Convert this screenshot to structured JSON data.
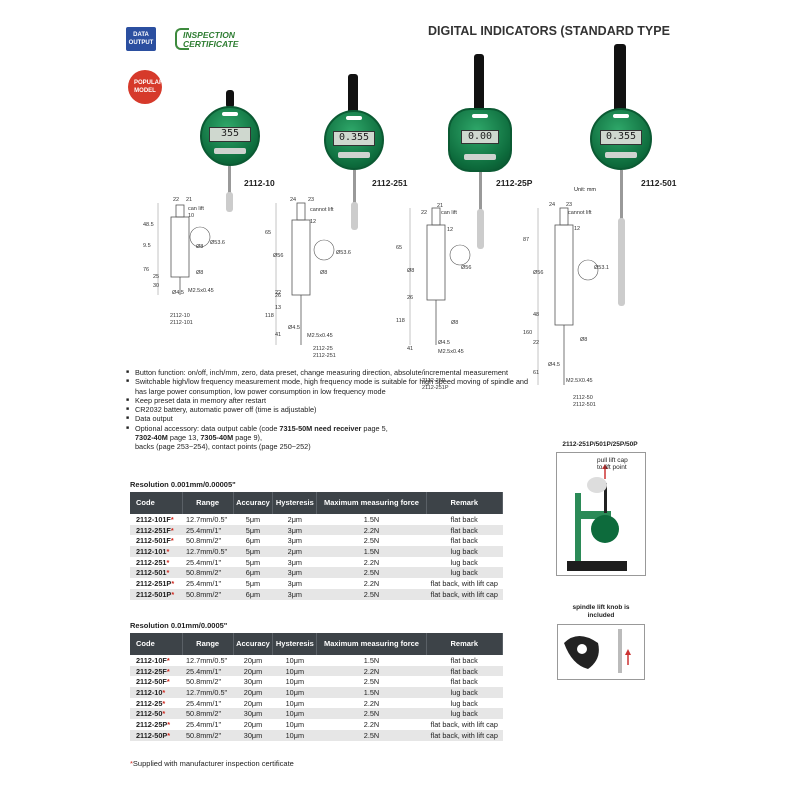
{
  "header": {
    "data_output_badge": "DATA OUTPUT",
    "inspection_badge_line1": "INSPECTION",
    "inspection_badge_line2": "CERTIFICATE",
    "title": "DIGITAL INDICATORS (STANDARD TYPE",
    "popular_badge": "POPULAR MODEL"
  },
  "indicators": [
    {
      "model": "2112-10",
      "display": "355"
    },
    {
      "model": "2112-251",
      "display": "0.355"
    },
    {
      "model": "2112-25P",
      "display": "0.00"
    },
    {
      "model": "2112-501",
      "display": "0.355"
    }
  ],
  "unit_label": "Unit: mm",
  "drawings": {
    "d1": {
      "labels": [
        "22",
        "21",
        "can lift",
        "10",
        "48.5",
        "9.5",
        "76",
        "25",
        "Ø8",
        "Ø8",
        "Ø4.5",
        "M2.5x0.45",
        "2112-10",
        "2112-101",
        "Ø53.6",
        "30"
      ]
    },
    "d2": {
      "labels": [
        "24",
        "23",
        "cannot lift",
        "12",
        "65",
        "Ø56",
        "22",
        "13",
        "118",
        "41",
        "Ø4.5",
        "M2.5x0.45",
        "2112-25",
        "2112-251",
        "Ø8",
        "Ø53.6",
        "26"
      ]
    },
    "d3": {
      "labels": [
        "22",
        "21",
        "can lift",
        "12",
        "65",
        "Ø8",
        "118",
        "41",
        "Ø4.5",
        "M2.5x0.45",
        "2112-25P",
        "2112-251P",
        "Ø8",
        "Ø56",
        "26"
      ]
    },
    "d4": {
      "labels": [
        "24",
        "23",
        "cannot lift",
        "12",
        "87",
        "Ø56",
        "160",
        "61",
        "Ø4.5",
        "M2.5X0.45",
        "2112-50",
        "2112-501",
        "Ø8",
        "Ø53.1",
        "22",
        "48"
      ]
    }
  },
  "features": [
    "Button function: on/off, inch/mm, zero, data preset, change measuring direction, absolute/incremental measurement",
    "Switchable high/low frequency measurement mode, high frequency mode is suitable for high speed moving of spindle and has large power consumption, low power consumption in low frequency mode",
    "Keep preset data in memory after restart",
    "CR2032 battery, automatic power off (time is adjustable)",
    "Data output"
  ],
  "feature_accessory": {
    "t1": "Optional accessory: data output cable (code ",
    "b1": "7315-50M need receiver",
    "t2": " page 5,",
    "b2": "7302-40M",
    "t3": " page 13, ",
    "b3": "7305-40M",
    "t4": " page 9),",
    "t5": "backs (page 253~254), contact points (page 250~252)"
  },
  "table1": {
    "resolution": "Resolution 0.001mm/0.00005\"",
    "headers": [
      "Code",
      "Range",
      "Accuracy",
      "Hysteresis",
      "Maximum measuring force",
      "Remark"
    ],
    "rows": [
      [
        "2112-101F",
        "12.7mm/0.5\"",
        "5μm",
        "2μm",
        "1.5N",
        "flat back"
      ],
      [
        "2112-251F",
        "25.4mm/1\"",
        "5μm",
        "3μm",
        "2.2N",
        "flat back"
      ],
      [
        "2112-501F",
        "50.8mm/2\"",
        "6μm",
        "3μm",
        "2.5N",
        "flat back"
      ],
      [
        "2112-101",
        "12.7mm/0.5\"",
        "5μm",
        "2μm",
        "1.5N",
        "lug back"
      ],
      [
        "2112-251",
        "25.4mm/1\"",
        "5μm",
        "3μm",
        "2.2N",
        "lug back"
      ],
      [
        "2112-501",
        "50.8mm/2\"",
        "6μm",
        "3μm",
        "2.5N",
        "lug back"
      ],
      [
        "2112-251P",
        "25.4mm/1\"",
        "5μm",
        "3μm",
        "2.2N",
        "flat back, with lift cap"
      ],
      [
        "2112-501P",
        "50.8mm/2\"",
        "6μm",
        "3μm",
        "2.5N",
        "flat back, with lift cap"
      ]
    ]
  },
  "table2": {
    "resolution": "Resolution 0.01mm/0.0005\"",
    "headers": [
      "Code",
      "Range",
      "Accuracy",
      "Hysteresis",
      "Maximum measuring force",
      "Remark"
    ],
    "rows": [
      [
        "2112-10F",
        "12.7mm/0.5\"",
        "20μm",
        "10μm",
        "1.5N",
        "flat back"
      ],
      [
        "2112-25F",
        "25.4mm/1\"",
        "20μm",
        "10μm",
        "2.2N",
        "flat back"
      ],
      [
        "2112-50F",
        "50.8mm/2\"",
        "30μm",
        "10μm",
        "2.5N",
        "flat back"
      ],
      [
        "2112-10",
        "12.7mm/0.5\"",
        "20μm",
        "10μm",
        "1.5N",
        "lug back"
      ],
      [
        "2112-25",
        "25.4mm/1\"",
        "20μm",
        "10μm",
        "2.2N",
        "lug back"
      ],
      [
        "2112-50",
        "50.8mm/2\"",
        "30μm",
        "10μm",
        "2.5N",
        "lug back"
      ],
      [
        "2112-25P",
        "25.4mm/1\"",
        "20μm",
        "10μm",
        "2.2N",
        "flat back, with lift cap"
      ],
      [
        "2112-50P",
        "50.8mm/2\"",
        "30μm",
        "10μm",
        "2.5N",
        "flat back, with lift cap"
      ]
    ]
  },
  "star": "*",
  "footnote": "Supplied with manufacturer inspection certificate",
  "photos": {
    "photo1_title": "2112-251P/501P/25P/50P",
    "photo1_caption_1": "pull lift cap",
    "photo1_caption_2": "to lift point",
    "photo2_title_1": "spindle lift knob is",
    "photo2_title_2": "included"
  },
  "colors": {
    "brand_green": "#0d6b3c",
    "badge_blue": "#2b4fa0",
    "badge_red": "#d63a2b",
    "table_header": "#3d4348",
    "star_red": "#d0281f"
  }
}
